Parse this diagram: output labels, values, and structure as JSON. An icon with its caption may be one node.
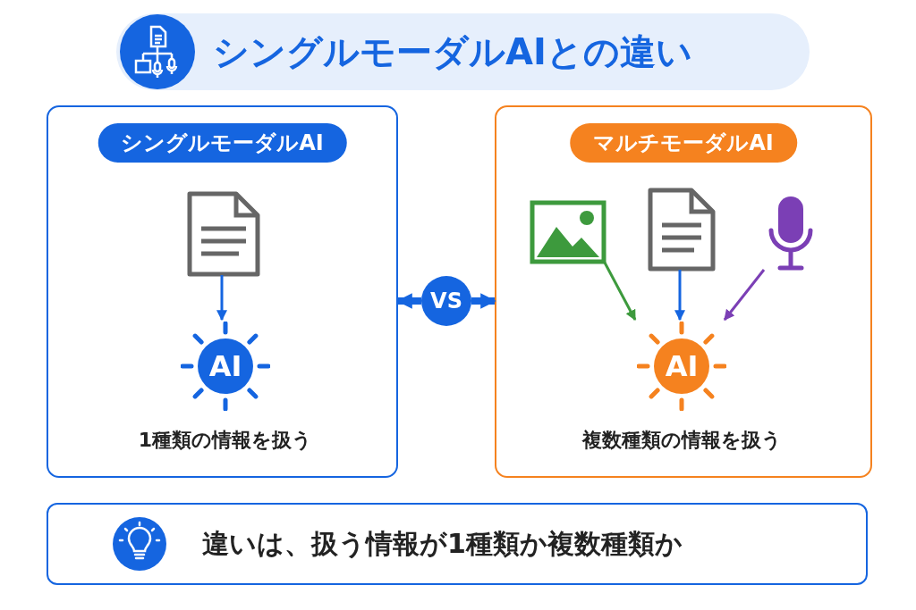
{
  "diagram": {
    "title": "シングルモーダルAIとの違い",
    "nodes": [
      {
        "text": [
          "シングルモーダルAI"
        ]
      },
      {
        "text": [],
        "shape": "document",
        "in": 0
      },
      {
        "text": [
          "AI"
        ],
        "in": 0,
        "beside": [
          "1種類の情報を扱う"
        ]
      },
      {
        "text": [
          "マルチモーダルAI"
        ]
      },
      {
        "text": [],
        "shape": "picture",
        "in": 3
      },
      {
        "text": [],
        "shape": "document",
        "in": 3
      },
      {
        "text": [],
        "shape": "microphone",
        "in": 3
      },
      {
        "text": [
          "AI"
        ],
        "in": 3,
        "beside": [
          "複数種類の情報を扱う"
        ]
      },
      {
        "text": [
          "VS"
        ]
      },
      {
        "text": [
          "違いは、扱う情報が1種類か複数種類か"
        ]
      }
    ],
    "edges": [
      {
        "from": 1,
        "to": 2,
        "arrow": "to"
      },
      {
        "from": 4,
        "to": 7,
        "arrow": "to",
        "color": "#3d9a3d"
      },
      {
        "from": 5,
        "to": 7,
        "arrow": "to"
      },
      {
        "from": 6,
        "to": 7,
        "arrow": "to",
        "color": "#7b3fb5"
      },
      {
        "from": 8,
        "to": 0,
        "arrow": "to",
        "style": "thick"
      },
      {
        "from": 8,
        "to": 3,
        "arrow": "to",
        "style": "thick"
      }
    ]
  }
}
